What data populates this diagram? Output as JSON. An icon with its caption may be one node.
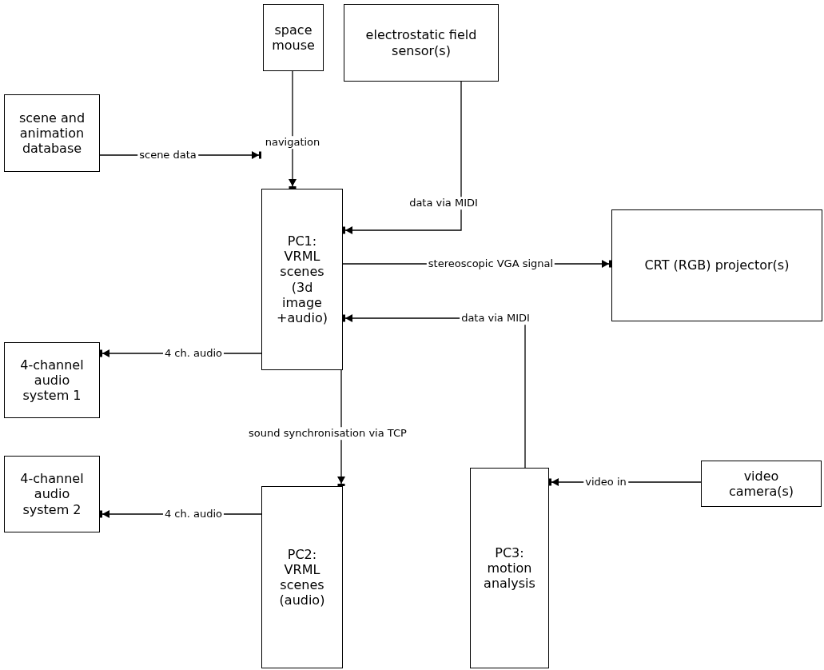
{
  "diagram": {
    "nodes": [
      {
        "text": [
          "space mouse"
        ]
      },
      {
        "text": [
          "electrostatic field sensor(s)"
        ]
      },
      {
        "text": [
          "scene and animation database"
        ]
      },
      {
        "text": [
          "PC1: VRML scenes (3d image +audio)"
        ]
      },
      {
        "text": [
          "CRT (RGB) projector(s)"
        ]
      },
      {
        "text": [
          "4-channel audio system 1"
        ]
      },
      {
        "text": [
          "4-channel audio system 2"
        ]
      },
      {
        "text": [
          "PC2: VRML scenes (audio)"
        ]
      },
      {
        "text": [
          "PC3: motion analysis"
        ]
      },
      {
        "text": [
          "video camera(s)"
        ]
      }
    ],
    "edges": [
      {
        "from": 0,
        "to": 3,
        "arrow": "to",
        "label": "navigation"
      },
      {
        "from": 1,
        "to": 3,
        "arrow": "to",
        "label": "data via MIDI"
      },
      {
        "from": 2,
        "to": 3,
        "arrow": "to",
        "label": "scene data"
      },
      {
        "from": 3,
        "to": 4,
        "arrow": "to",
        "label": "stereoscopic VGA signal"
      },
      {
        "from": 8,
        "to": 3,
        "arrow": "to",
        "label": "data via MIDI"
      },
      {
        "from": 3,
        "to": 5,
        "arrow": "to",
        "label": "4 ch. audio"
      },
      {
        "from": 3,
        "to": 7,
        "arrow": "to",
        "label": "sound synchronisation via TCP"
      },
      {
        "from": 7,
        "to": 6,
        "arrow": "to",
        "label": "4 ch. audio"
      },
      {
        "from": 9,
        "to": 8,
        "arrow": "to",
        "label": "video in"
      }
    ]
  }
}
